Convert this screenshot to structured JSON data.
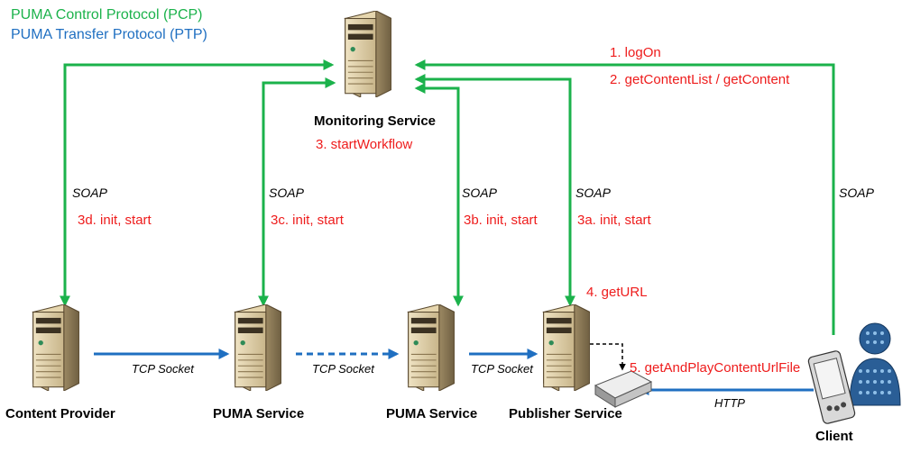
{
  "legend": {
    "pcp": "PUMA Control Protocol (PCP)",
    "ptp": "PUMA Transfer Protocol (PTP)"
  },
  "colors": {
    "pcp": "#1bb24b",
    "ptp": "#1f6fc1",
    "step_text": "#ee1c1c"
  },
  "nodes": {
    "monitoring": "Monitoring Service",
    "content_provider": "Content Provider",
    "puma_service_1": "PUMA Service",
    "puma_service_2": "PUMA Service",
    "publisher": "Publisher Service",
    "client": "Client"
  },
  "protocols": {
    "soap": "SOAP",
    "tcp_socket": "TCP Socket",
    "http": "HTTP"
  },
  "steps": {
    "log_on": "1. logOn",
    "get_content": "2. getContentList / getContent",
    "start_workflow": "3. startWorkflow",
    "init_3a": "3a. init, start",
    "init_3b": "3b. init, start",
    "init_3c": "3c. init, start",
    "init_3d": "3d. init, start",
    "get_url": "4. getURL",
    "get_and_play": "5. getAndPlayContentUrlFile"
  },
  "icons": {
    "server": "server-tower-icon",
    "client": "pda-user-icon",
    "router": "router-box-icon"
  }
}
